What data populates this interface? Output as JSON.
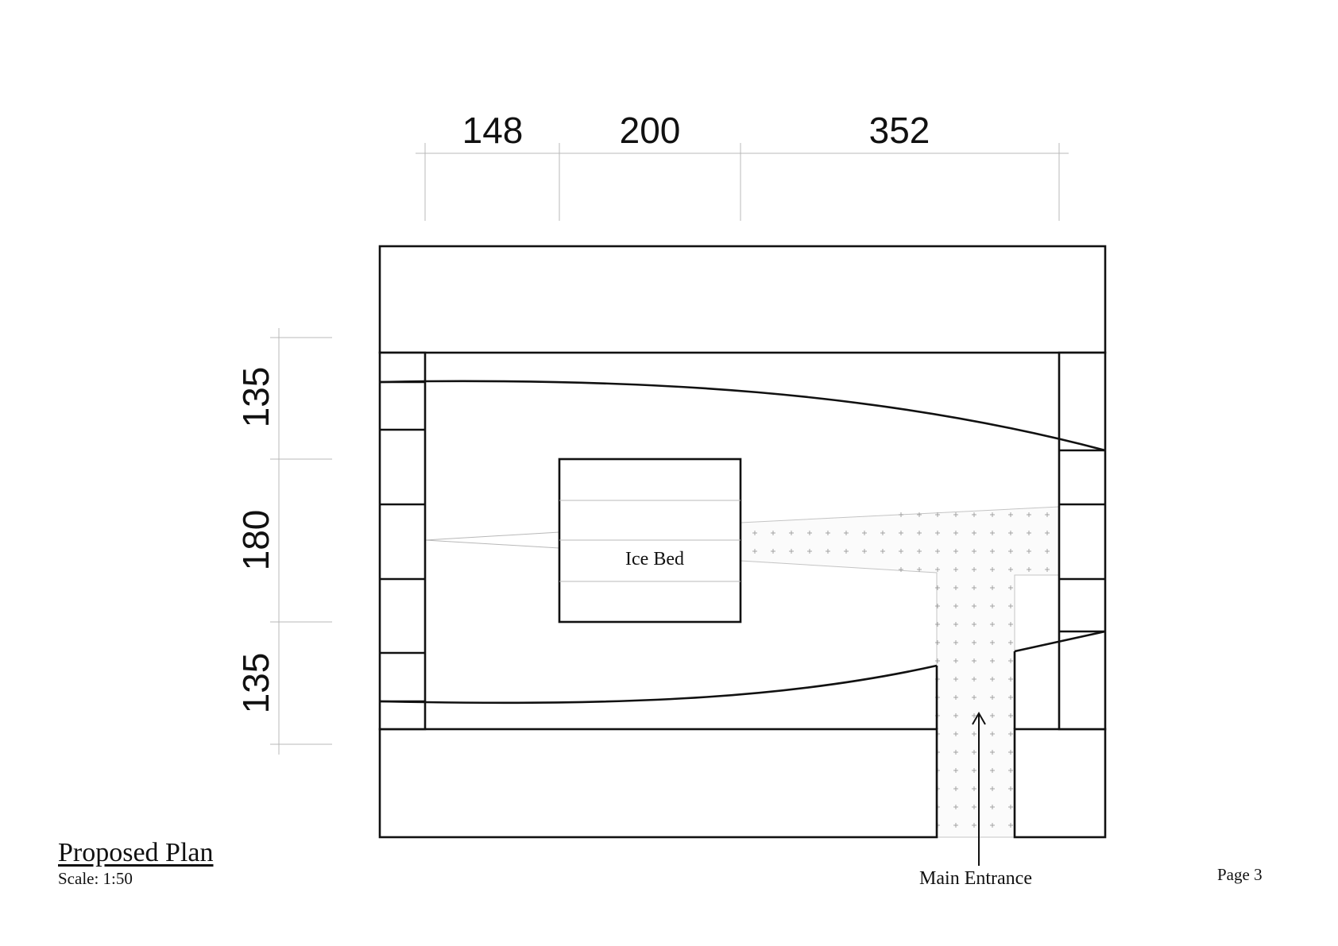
{
  "drawing": {
    "top_dimensions": [
      "148",
      "200",
      "352"
    ],
    "side_dimensions": [
      "135",
      "180",
      "135"
    ],
    "ice_bed_label": "Ice Bed",
    "entrance_label": "Main Entrance"
  },
  "title_block": {
    "title": "Proposed Plan",
    "scale": "Scale: 1:50"
  },
  "page_label": "Page 3"
}
